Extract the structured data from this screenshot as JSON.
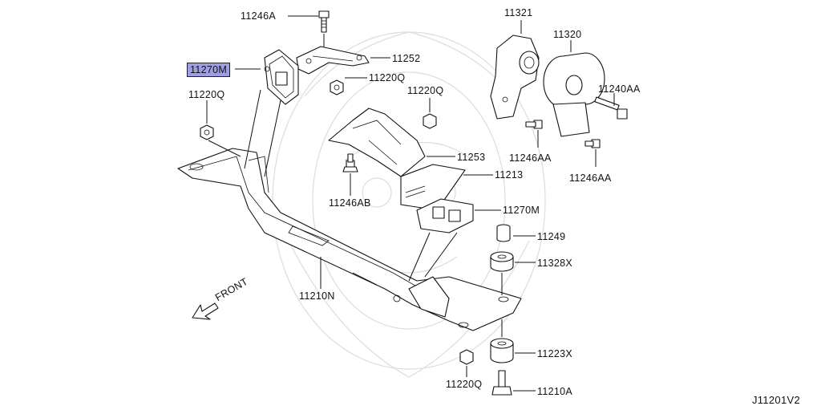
{
  "diagram_code": "J11201V2",
  "front_label": "FRONT",
  "labels": {
    "p11246A": "11246A",
    "p11270M_top": "11270M",
    "p11252": "11252",
    "p11220Q_a": "11220Q",
    "p11220Q_left": "11220Q",
    "p11220Q_mid": "11220Q",
    "p11321": "11321",
    "p11320": "11320",
    "p11240AA": "11240AA",
    "p11246AA_a": "11246AA",
    "p11246AA_b": "11246AA",
    "p11253": "11253",
    "p11213": "11213",
    "p11246AB": "11246AB",
    "p11270M_mid": "11270M",
    "p11249": "11249",
    "p11328X": "11328X",
    "p11210N": "11210N",
    "p11223X": "11223X",
    "p11220Q_bot": "11220Q",
    "p11210A": "11210A"
  },
  "highlight_color": "#9e9ee4"
}
